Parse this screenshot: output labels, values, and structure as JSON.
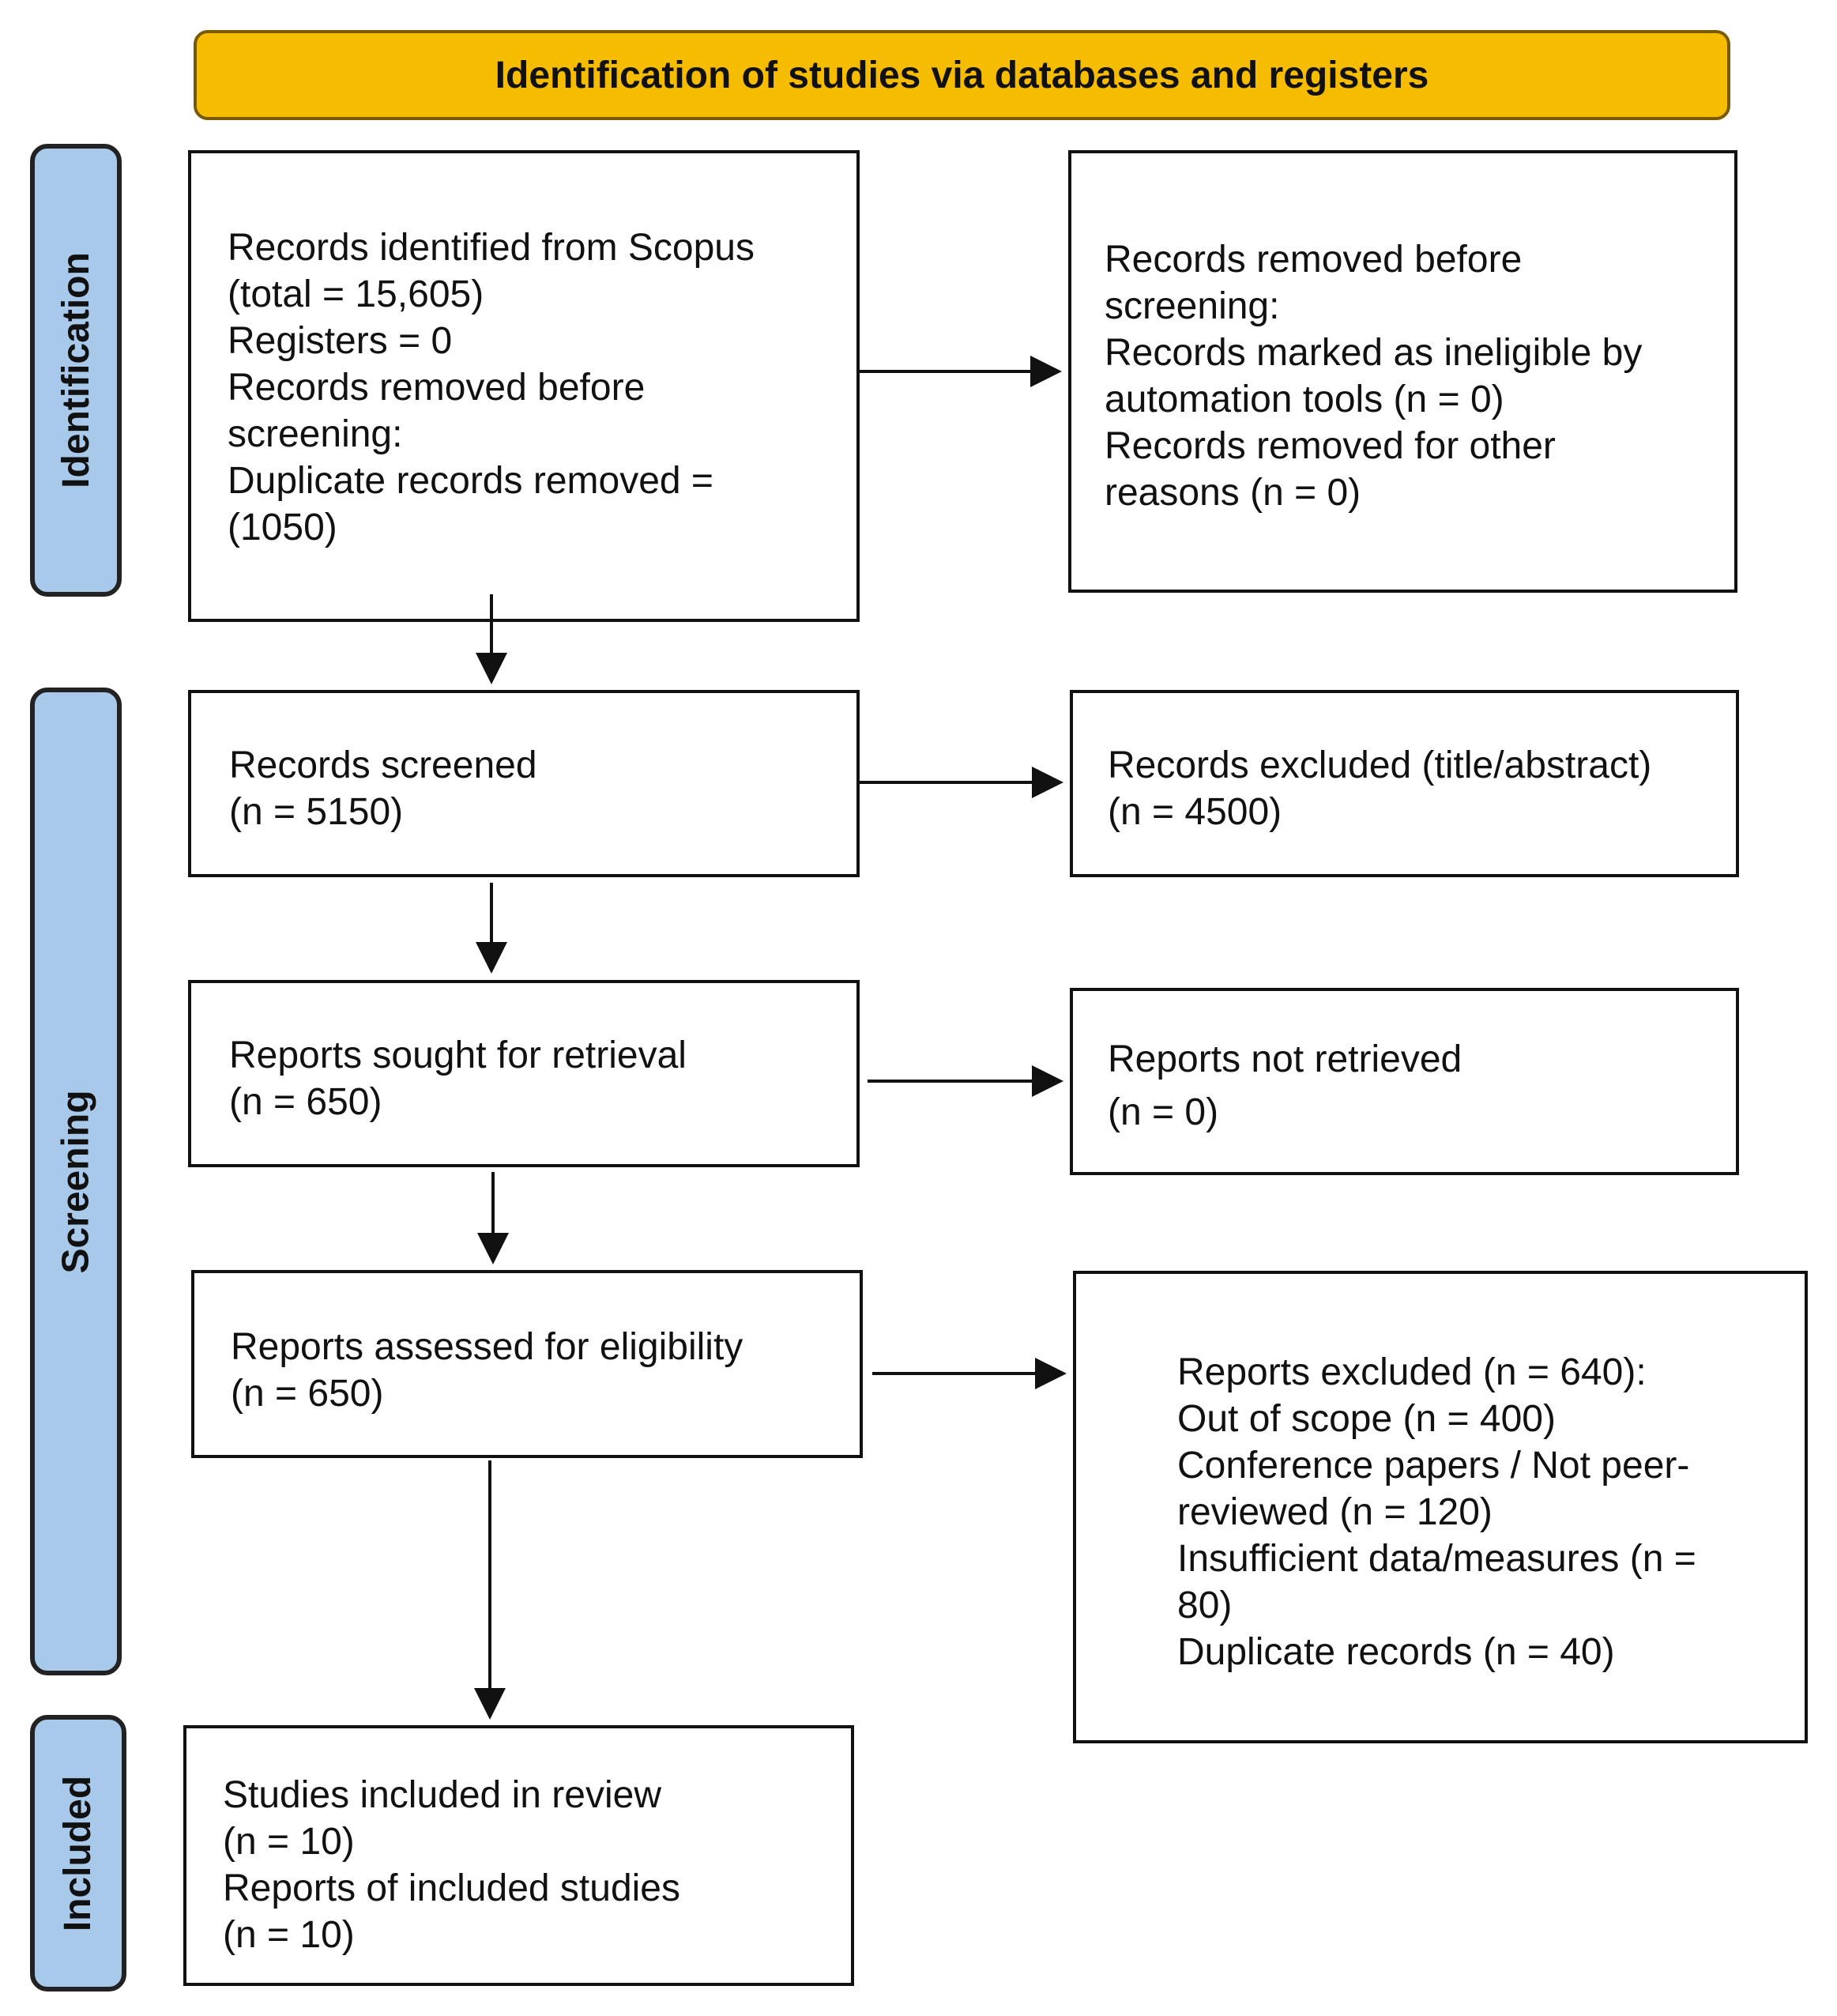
{
  "header": {
    "title": "Identification of studies via databases and registers"
  },
  "phases": {
    "identification": "Identification",
    "screening": "Screening",
    "included": "Included"
  },
  "boxes": {
    "identified": {
      "lines": [
        "Records identified from Scopus",
        "(total = 15,605)",
        "Registers = 0",
        "Records removed before",
        "screening:",
        "Duplicate records removed =",
        "(1050)"
      ]
    },
    "removed_before_screening": {
      "lines": [
        "Records removed before",
        "screening:",
        "Records marked as ineligible by",
        "automation tools (n = 0)",
        "Records removed for other",
        "reasons (n = 0)"
      ]
    },
    "screened": {
      "lines": [
        "Records screened",
        "(n = 5150)"
      ]
    },
    "excluded_title_abstract": {
      "lines": [
        "Records excluded (title/abstract)",
        "(n = 4500)"
      ]
    },
    "sought_for_retrieval": {
      "lines": [
        "Reports sought for retrieval",
        "(n = 650)"
      ]
    },
    "not_retrieved": {
      "lines": [
        "Reports not retrieved",
        "(n = 0)"
      ]
    },
    "assessed_for_eligibility": {
      "lines": [
        "Reports assessed for eligibility",
        "(n = 650)"
      ]
    },
    "reports_excluded": {
      "lines": [
        "Reports excluded (n = 640):",
        "Out of scope (n = 400)",
        "Conference papers / Not peer-",
        "reviewed (n = 120)",
        "Insufficient data/measures (n =",
        "80)",
        "Duplicate records (n = 40)"
      ]
    },
    "included": {
      "lines": [
        "Studies included in review",
        "(n = 10)",
        "Reports of included studies",
        "(n = 10)"
      ]
    }
  },
  "colors": {
    "header_fill": "#f6bd00",
    "phase_fill": "#a9c9ea",
    "stroke": "#111111"
  }
}
